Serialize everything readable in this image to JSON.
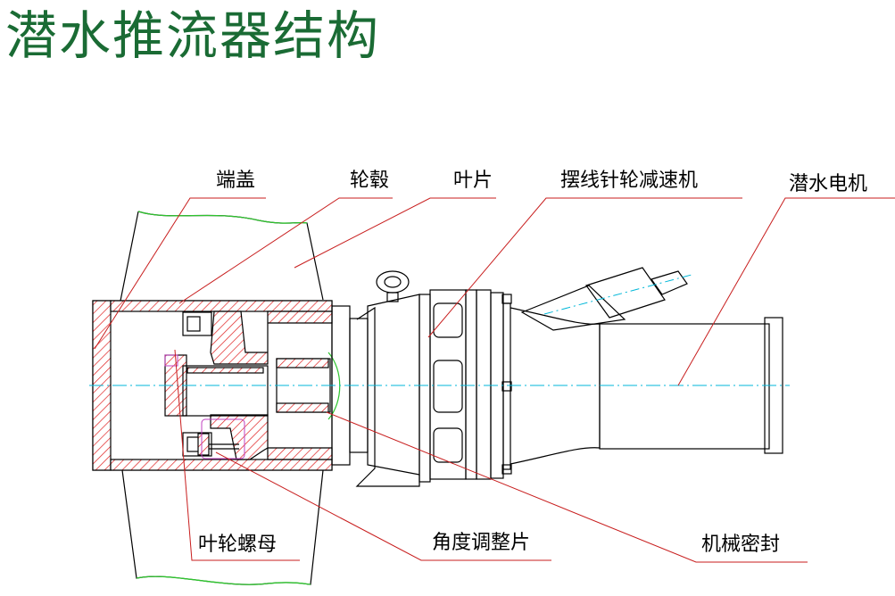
{
  "title": "潜水推流器结构",
  "labels": {
    "end_cap": "端盖",
    "hub": "轮毂",
    "blade": "叶片",
    "reducer": "摆线针轮减速机",
    "motor": "潜水电机",
    "impeller_nut": "叶轮螺母",
    "angle_shim": "角度调整片",
    "mech_seal": "机械密封"
  },
  "colors": {
    "title": "#1a6b34",
    "outline": "#000000",
    "hatch": "#e02020",
    "leader": "#c81e1e",
    "centerline": "#00b7d8",
    "blade_edge": "#2ec42e",
    "highlight": "#c040c0"
  }
}
